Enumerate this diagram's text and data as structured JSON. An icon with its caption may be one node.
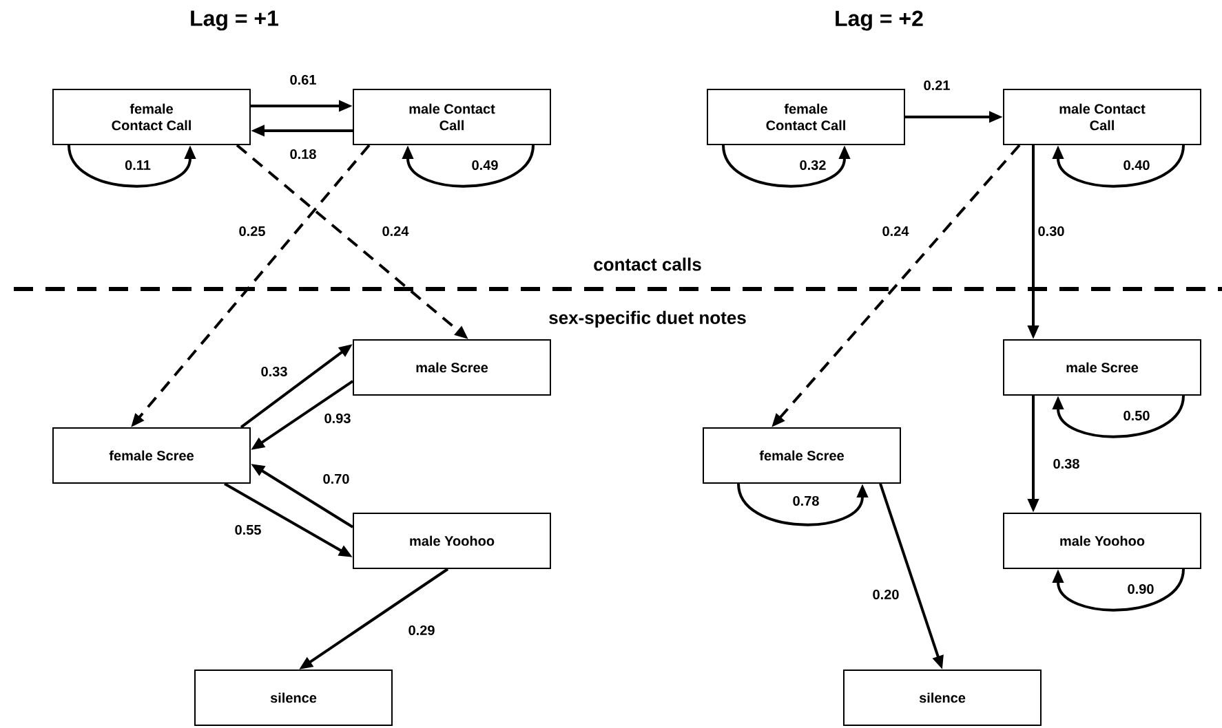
{
  "diagram": {
    "nodes": [
      {
        "text": [
          "female Contact Call"
        ]
      },
      {
        "text": [
          "male Contact Call"
        ]
      },
      {
        "text": [
          "male Scree"
        ]
      },
      {
        "text": [
          "female Scree"
        ]
      },
      {
        "text": [
          "male Yoohoo"
        ]
      },
      {
        "text": [
          "silence"
        ]
      },
      {
        "text": [
          "female Contact Call"
        ]
      },
      {
        "text": [
          "male Contact Call"
        ]
      },
      {
        "text": [
          "male Scree"
        ]
      },
      {
        "text": [
          "female Scree"
        ]
      },
      {
        "text": [
          "male Yoohoo"
        ]
      },
      {
        "text": [
          "silence"
        ]
      }
    ],
    "edges": [
      {
        "from": 0,
        "to": 1,
        "arrow": "to",
        "label": "0.61"
      },
      {
        "from": 1,
        "to": 0,
        "arrow": "to",
        "label": "0.18"
      },
      {
        "from": 0,
        "to": 0,
        "arrow": "to",
        "label": "0.11"
      },
      {
        "from": 1,
        "to": 1,
        "arrow": "to",
        "label": "0.49"
      },
      {
        "from": 0,
        "to": 2,
        "arrow": "to",
        "label": "0.24",
        "style": "dashed"
      },
      {
        "from": 1,
        "to": 3,
        "arrow": "to",
        "label": "0.25",
        "style": "dashed"
      },
      {
        "from": 3,
        "to": 2,
        "arrow": "to",
        "label": "0.33"
      },
      {
        "from": 2,
        "to": 3,
        "arrow": "to",
        "label": "0.93"
      },
      {
        "from": 4,
        "to": 3,
        "arrow": "to",
        "label": "0.70"
      },
      {
        "from": 3,
        "to": 4,
        "arrow": "to",
        "label": "0.55"
      },
      {
        "from": 4,
        "to": 5,
        "arrow": "to",
        "label": "0.29"
      },
      {
        "from": 6,
        "to": 7,
        "arrow": "to",
        "label": "0.21"
      },
      {
        "from": 6,
        "to": 6,
        "arrow": "to",
        "label": "0.32"
      },
      {
        "from": 7,
        "to": 7,
        "arrow": "to",
        "label": "0.40"
      },
      {
        "from": 7,
        "to": 9,
        "arrow": "to",
        "label": "0.24",
        "style": "dashed"
      },
      {
        "from": 7,
        "to": 8,
        "arrow": "to",
        "label": "0.30"
      },
      {
        "from": 8,
        "to": 8,
        "arrow": "to",
        "label": "0.50"
      },
      {
        "from": 8,
        "to": 10,
        "arrow": "to",
        "label": "0.38"
      },
      {
        "from": 9,
        "to": 9,
        "arrow": "to",
        "label": "0.78"
      },
      {
        "from": 9,
        "to": 11,
        "arrow": "to",
        "label": "0.20"
      },
      {
        "from": 10,
        "to": 10,
        "arrow": "to",
        "label": "0.90"
      }
    ],
    "labels": [
      "Lag = +1",
      "Lag = +2",
      "contact calls",
      "sex-specific duet notes"
    ]
  }
}
